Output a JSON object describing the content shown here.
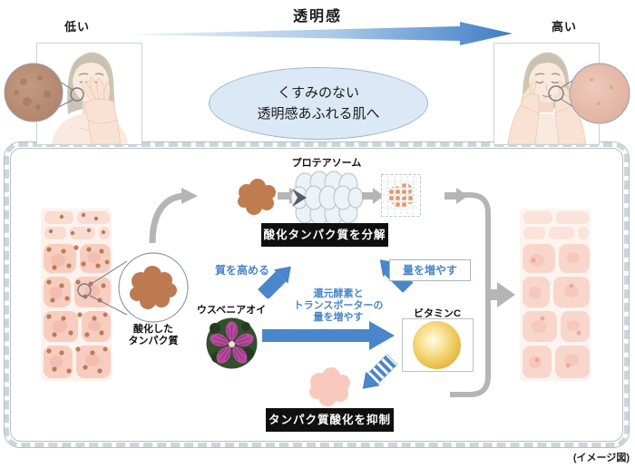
{
  "header": {
    "title": "透明感",
    "scale_low": "低い",
    "scale_high": "高い",
    "tagline_line1": "くすみのない",
    "tagline_line2": "透明感あふれる肌へ"
  },
  "diagram": {
    "oxidized_protein_line1": "酸化した",
    "oxidized_protein_line2": "タンパク質",
    "proteasome_label": "プロテアソーム",
    "decompose_caption": "酸化タンパク質を分解",
    "improve_quality_label": "質を高める",
    "increase_amount_label": "量を増やす",
    "mallow_label": "ウスベニアオイ",
    "transporter_line1": "還元酵素と",
    "transporter_line2": "トランスポーターの",
    "transporter_line3": "量を増やす",
    "vitamin_c_label": "ビタミンC",
    "suppress_caption": "タンパク質酸化を抑制"
  },
  "footer": {
    "image_note": "(イメージ図)"
  },
  "colors": {
    "accent_blue": "#4a86c9",
    "arrow_gray": "#b5b5b5",
    "caption_bg": "#101010",
    "tagline_bg": "#dbe9f6",
    "skin_cell_pink": "#f7cdc0",
    "oxidized_brown": "#bf7a52",
    "vitamin_gold": "#eec659",
    "flower_magenta": "#b84a9e"
  }
}
